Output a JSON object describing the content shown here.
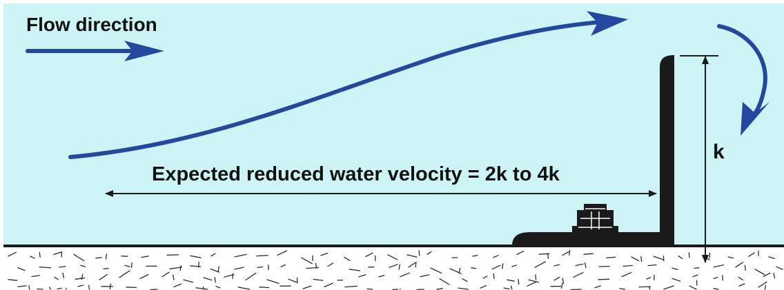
{
  "labels": {
    "flow_direction": "Flow direction",
    "expected_velocity": "Expected reduced water velocity = 2k to 4k",
    "height": "k"
  },
  "colors": {
    "water": "#cdf4f4",
    "arrow_blue": "#2447a0",
    "structure": "#1a1a1a",
    "ground": "#ffffff",
    "ground_line": "#1a1a1a"
  },
  "icons": {
    "flow_arrow": "arrow-right-icon",
    "overflow_arrow": "curved-arrow-down-icon",
    "bolt": "bolt-icon"
  }
}
